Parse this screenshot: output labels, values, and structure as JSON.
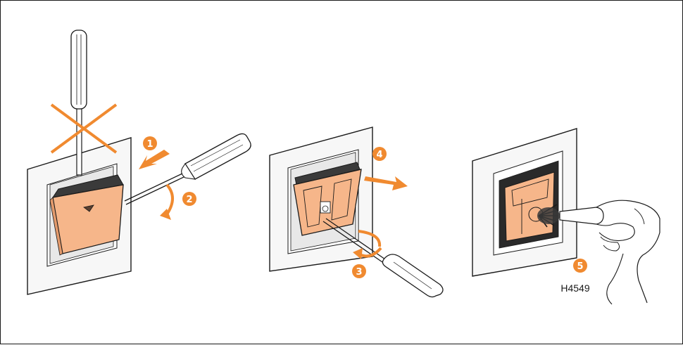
{
  "figure": {
    "code": "H4549",
    "steps": [
      "1",
      "2",
      "3",
      "4",
      "5"
    ]
  },
  "colors": {
    "accent_orange": "#f08a30",
    "panel_orange": "#f6b68a",
    "stroke": "#1a1a1a",
    "frame_grey": "#f2f2f2"
  }
}
